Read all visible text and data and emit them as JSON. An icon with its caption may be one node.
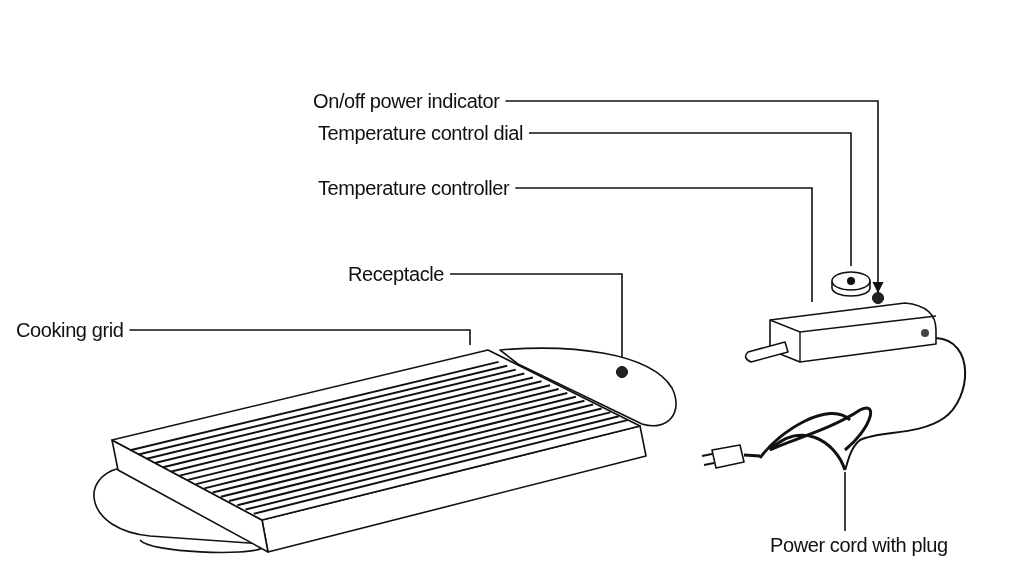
{
  "diagram": {
    "nodes": [
      {
        "text": [
          "On/off power indicator"
        ]
      },
      {
        "text": [
          "Temperature control dial"
        ]
      },
      {
        "text": [
          "Temperature controller"
        ]
      },
      {
        "text": [
          "Receptacle"
        ]
      },
      {
        "text": [
          "Cooking grid"
        ]
      },
      {
        "text": [
          "Power cord with plug"
        ]
      },
      {
        "text": [],
        "shape": "circle"
      },
      {
        "text": [],
        "shape": "picture"
      },
      {
        "text": [],
        "shape": "picture"
      },
      {
        "text": [],
        "shape": "circle"
      },
      {
        "text": [],
        "shape": "picture"
      },
      {
        "text": [],
        "shape": "picture"
      }
    ],
    "edges": [
      {
        "from": 0,
        "to": 6,
        "arrow": "to"
      },
      {
        "from": 1,
        "to": 7,
        "arrow": "none"
      },
      {
        "from": 2,
        "to": 8,
        "arrow": "none"
      },
      {
        "from": 3,
        "to": 9,
        "arrow": "none"
      },
      {
        "from": 4,
        "to": 10,
        "arrow": "none"
      },
      {
        "from": 5,
        "to": 11,
        "arrow": "none"
      }
    ]
  }
}
